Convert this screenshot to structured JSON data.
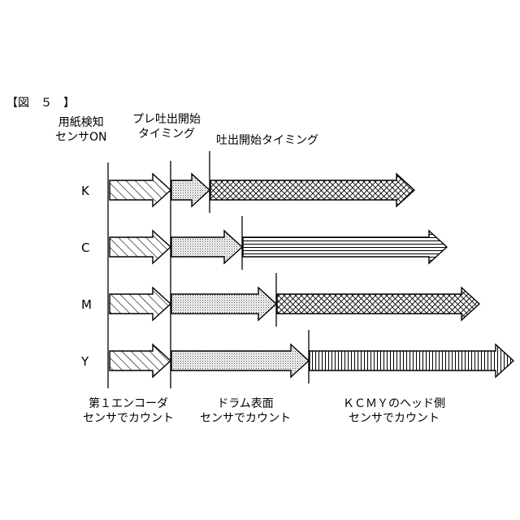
{
  "figure": {
    "label": "【図　５　】"
  },
  "annotations": {
    "paper_detect": [
      "用紙検知",
      "センサON"
    ],
    "pre_discharge": [
      "プレ吐出開始",
      "タイミング"
    ],
    "discharge": "吐出開始タイミング"
  },
  "rows": [
    {
      "label": "K"
    },
    {
      "label": "C"
    },
    {
      "label": "M"
    },
    {
      "label": "Y"
    }
  ],
  "bottom_labels": {
    "encoder": [
      "第１エンコーダ",
      "センサでカウント"
    ],
    "drum": [
      "ドラム表面",
      "センサでカウント"
    ],
    "head": [
      "ＫＣＭＹのヘッド側",
      "センサでカウント"
    ]
  }
}
